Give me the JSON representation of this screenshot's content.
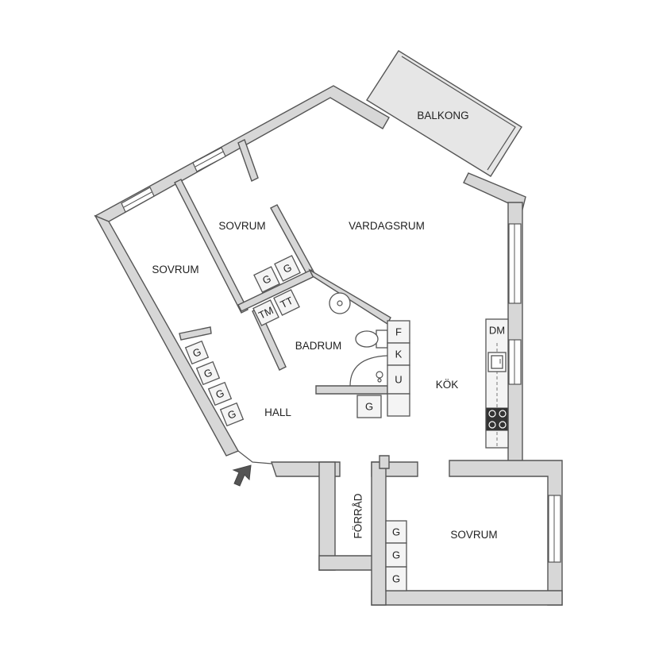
{
  "rooms": {
    "balkong": "BALKONG",
    "vardagsrum": "VARDAGSRUM",
    "sovrum_mid": "SOVRUM",
    "sovrum_left": "SOVRUM",
    "badrum": "BADRUM",
    "hall": "HALL",
    "kok": "KÖK",
    "forrad": "FÖRRÅD",
    "sovrum_bottom": "SOVRUM"
  },
  "cabinets": {
    "closet": "G",
    "towel": "TT",
    "washer": "TM",
    "fridge": "F",
    "freezer": "K",
    "oven": "U",
    "dishwasher": "DM"
  },
  "colors": {
    "wall_fill": "#d7d7d7",
    "wall_stroke": "#555555",
    "entrance_arrow": "#555555"
  },
  "icons": {
    "entrance": "entrance-arrow-icon"
  }
}
